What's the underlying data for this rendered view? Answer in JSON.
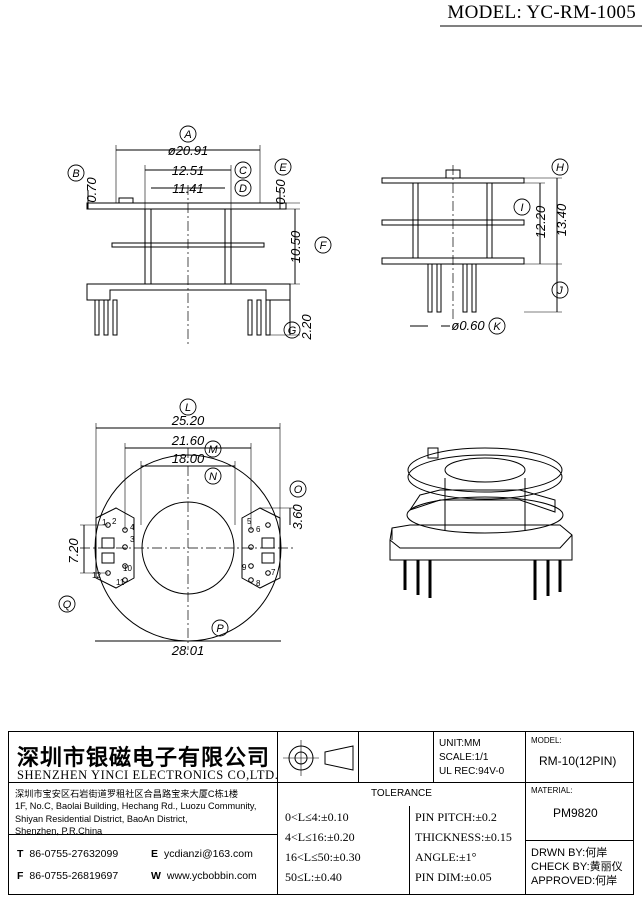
{
  "header": {
    "model": "MODEL: YC-RM-1005"
  },
  "dims": {
    "A": "A",
    "B": "B",
    "C": "C",
    "D": "D",
    "E": "E",
    "F": "F",
    "G": "G",
    "H": "H",
    "I": "I",
    "J": "J",
    "K": "K",
    "L": "L",
    "M": "M",
    "N": "N",
    "O": "O",
    "P": "P",
    "Q": "Q",
    "v2091": "ø20.91",
    "v1251": "12.51",
    "v1141": "11.41",
    "v070": "0.70",
    "v050": "0.50",
    "v1050": "10.50",
    "v220": "2.20",
    "v1220": "12.20",
    "v1340": "13.40",
    "v060": "ø0.60",
    "v2520": "25.20",
    "v2160": "21.60",
    "v1800": "18.00",
    "v360": "3.60",
    "v720": "7.20",
    "v2801": "28.01"
  },
  "pins": {
    "p1": "1",
    "p2": "2",
    "p3": "3",
    "p4": "4",
    "p5": "5",
    "p6": "6",
    "p7": "7",
    "p8": "8",
    "p9": "9",
    "p10": "10",
    "p11": "11",
    "p12": "12"
  },
  "company": {
    "name_cn": "深圳市银磁电子有限公司",
    "name_en": "SHENZHEN YINCI ELECTRONICS CO,LTD.",
    "address_cn": "深圳市宝安区石岩街道罗租社区合昌路宝来大厦C栋1楼",
    "address_en1": "1F, No.C, Baolai Building, Hechang Rd., Luozu Community,",
    "address_en2": "Shiyan Residential District, BaoAn District,",
    "address_en3": "Shenzhen, P.R.China",
    "tel_label": "T",
    "tel": "86-0755-27632099",
    "email_label": "E",
    "email": "ycdianzi@163.com",
    "fax_label": "F",
    "fax": "86-0755-26819697",
    "web_label": "W",
    "web": "www.ycbobbin.com"
  },
  "spec": {
    "unit": "UNIT:MM",
    "scale": "SCALE:1/1",
    "ul": "UL REC:94V-0",
    "model_label": "MODEL:",
    "model_value": "RM-10(12PIN)",
    "material_label": "MATERIAL:",
    "material_value": "PM9820"
  },
  "tolerance": {
    "title": "TOLERANCE",
    "r1": "0<L≤4:±0.10",
    "r2": "4<L≤16:±0.20",
    "r3": "16<L≤50:±0.30",
    "r4": "50≤L:±0.40",
    "pitch": "PIN PITCH:±0.2",
    "thick": "THICKNESS:±0.15",
    "angle": "ANGLE:±1°",
    "pindim": "PIN DIM:±0.05"
  },
  "approval": {
    "drawn": "DRWN BY:何岸",
    "check": "CHECK BY:黄丽仪",
    "approved": "APPROVED:何岸"
  }
}
